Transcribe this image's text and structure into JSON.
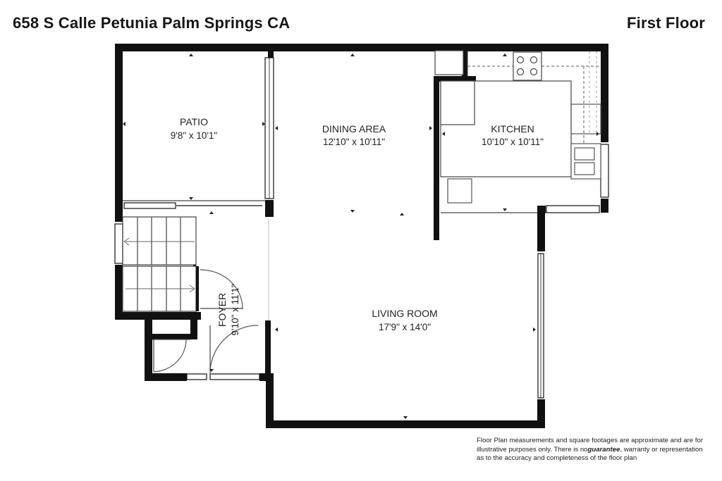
{
  "header": {
    "address": "658 S Calle Petunia Palm Springs CA",
    "floor_label": "First Floor"
  },
  "rooms": [
    {
      "id": "patio",
      "name": "PATIO",
      "dims": "9'8\" x 10'1\""
    },
    {
      "id": "dining-area",
      "name": "DINING AREA",
      "dims": "12'10\" x 10'11\""
    },
    {
      "id": "kitchen",
      "name": "KITCHEN",
      "dims": "10'10\" x 10'11\""
    },
    {
      "id": "living-room",
      "name": "LIVING ROOM",
      "dims": "17'9\" x 14'0\""
    },
    {
      "id": "foyer",
      "name": "FOYER",
      "dims": "9'10\" x 11'1\""
    }
  ],
  "disclaimer": {
    "line1": "Floor Plan measurements and square footages are approximate and are for",
    "line2a": "illustrative purposes only. There is no",
    "guarantee": "guarantee",
    "line2b": ", warranty or representation",
    "line3": "as to the accuracy and completeness of the floor plan"
  },
  "colors": {
    "wall": "#111111",
    "window": "#ffffff",
    "fixture_line": "#555555"
  }
}
